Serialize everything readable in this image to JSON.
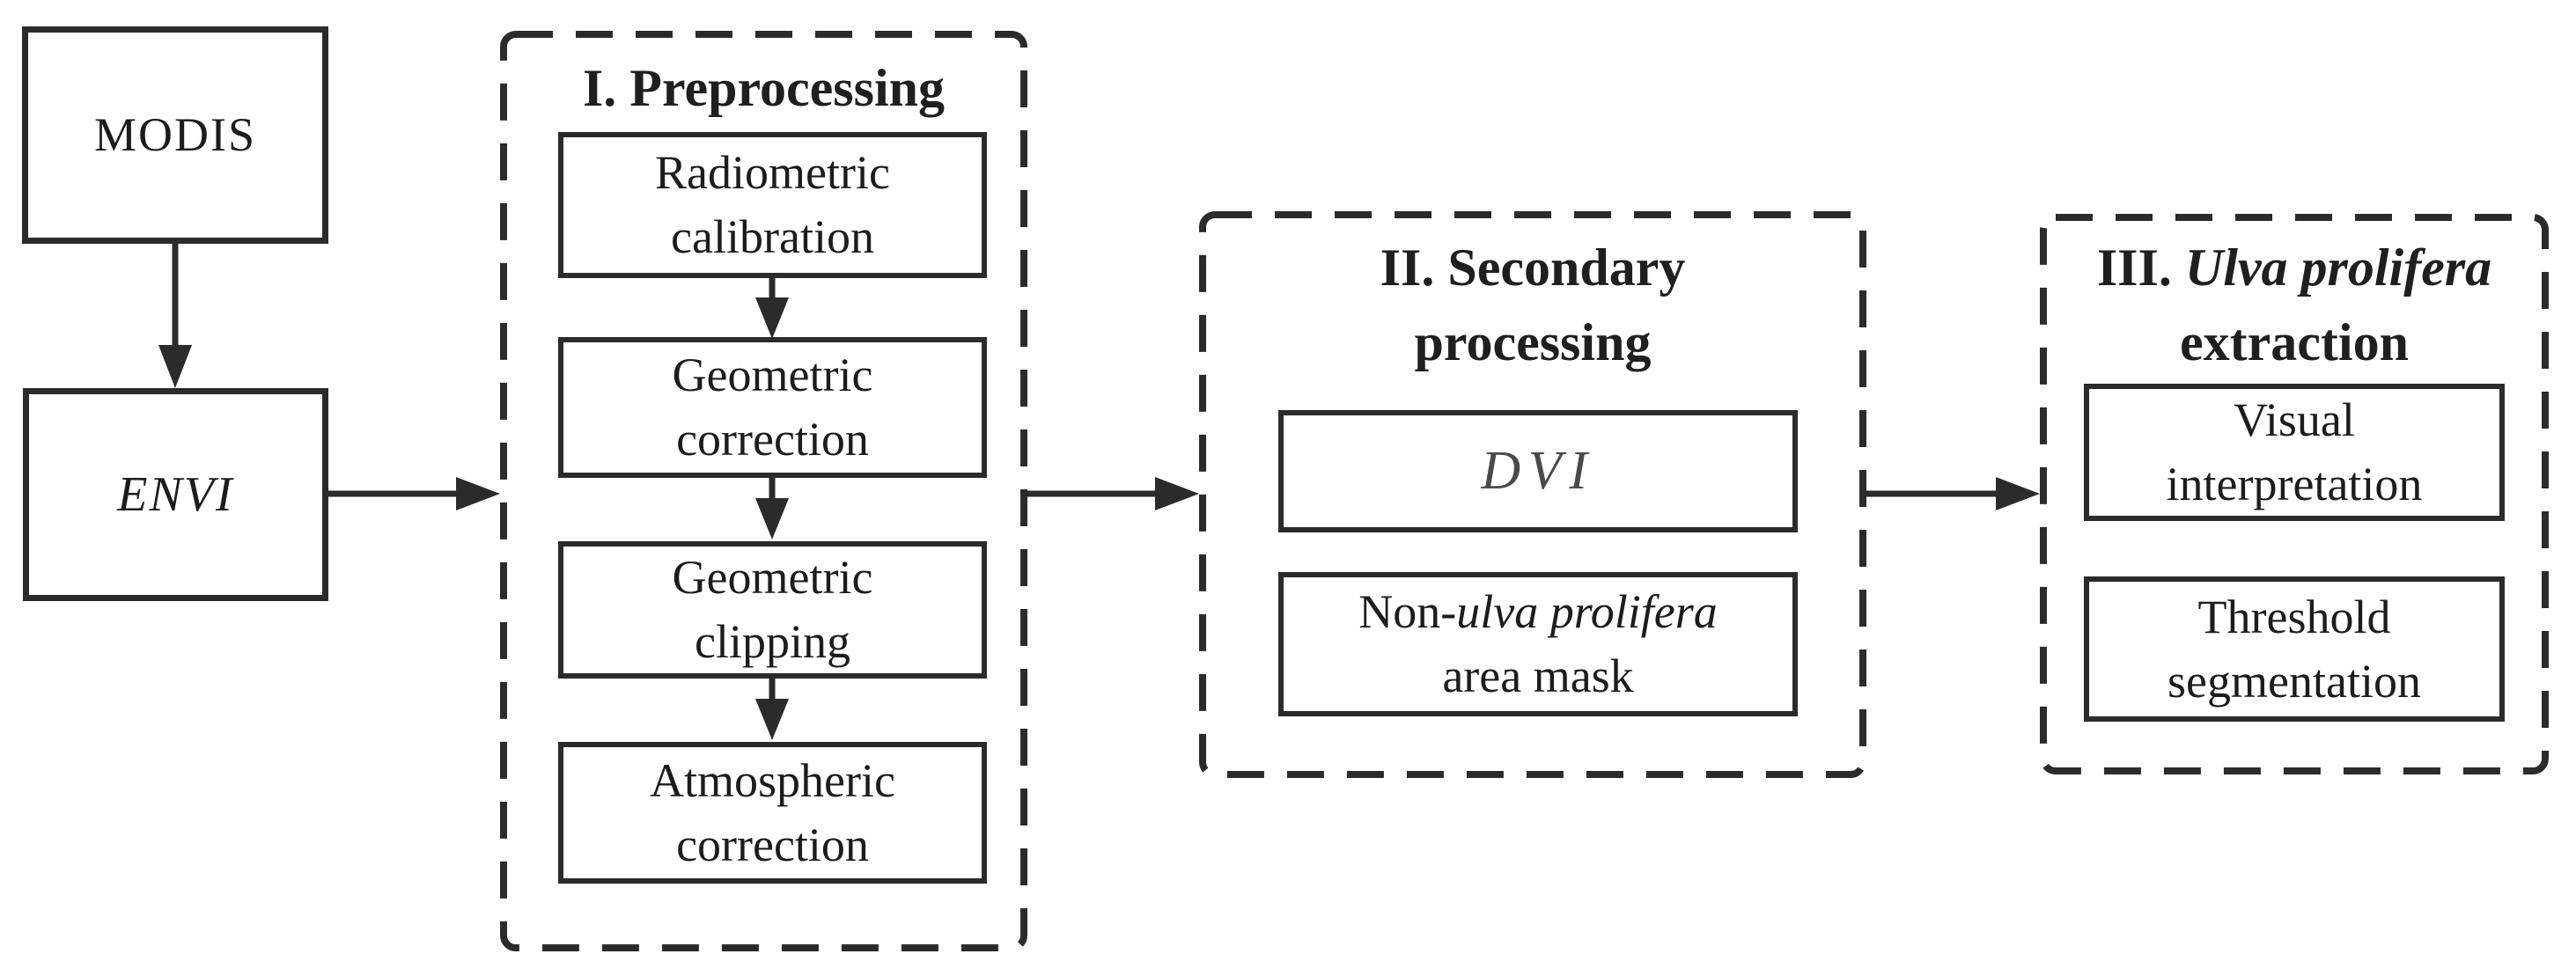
{
  "figure": {
    "background_color": "#ffffff",
    "line_color": "#2b2b2b",
    "text_color": "#1c1c1c",
    "dvi_text_color": "#4a4a4a"
  },
  "nodes": {
    "modis": "MODIS",
    "envi": "ENVI"
  },
  "stage1": {
    "title": "I. Preprocessing",
    "steps": [
      {
        "line1": "Radiometric",
        "line2": "calibration"
      },
      {
        "line1": "Geometric",
        "line2": "correction"
      },
      {
        "line1": "Geometric",
        "line2": "clipping"
      },
      {
        "line1": "Atmospheric",
        "line2": "correction"
      }
    ]
  },
  "stage2": {
    "title_line1": "II. Secondary",
    "title_line2": "processing",
    "dvi_label": "DVI",
    "mask": {
      "prefix": "Non-",
      "italic": "ulva prolifera",
      "line2": "area mask"
    }
  },
  "stage3": {
    "title": {
      "prefix": "III.",
      "italic": "Ulva prolifera",
      "line2": "extraction"
    },
    "steps": [
      {
        "line1": "Visual",
        "line2": "interpretation"
      },
      {
        "line1": "Threshold",
        "line2": "segmentation"
      }
    ]
  }
}
